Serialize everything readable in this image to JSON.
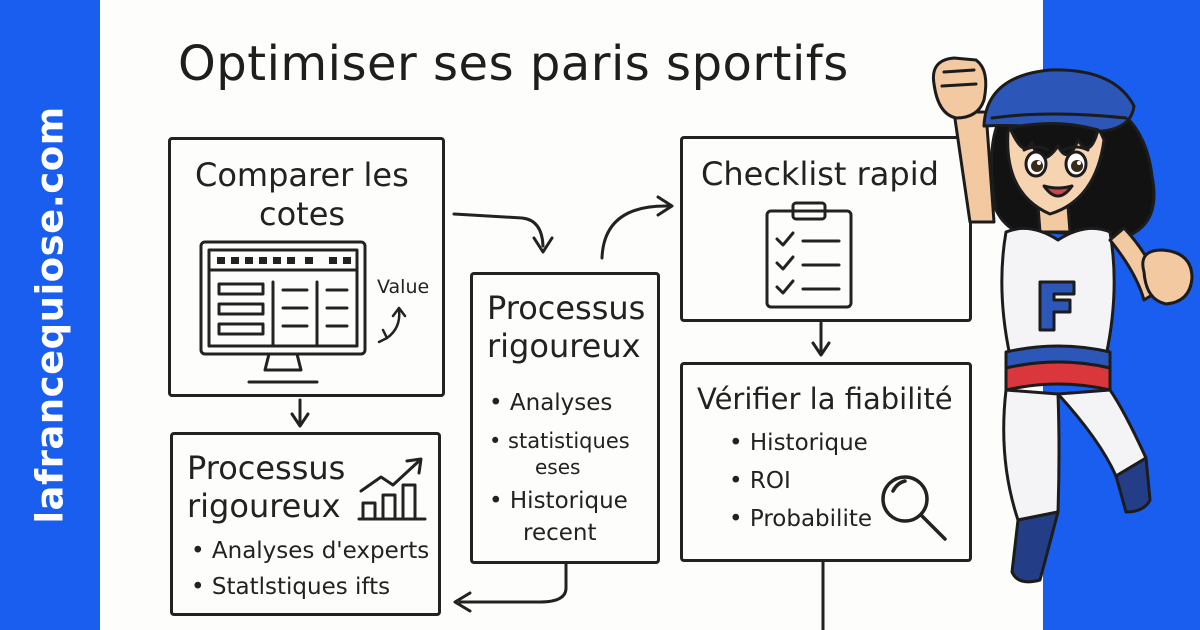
{
  "brand": {
    "site": "lafrancequiose.com",
    "color": "#1a5ef0"
  },
  "title": "Optimiser ses paris sportifs",
  "boxes": {
    "compare": {
      "heading_line1": "Comparer les",
      "heading_line2": "cotes",
      "side_label": "Value"
    },
    "process_left": {
      "heading_line1": "Processus",
      "heading_line2": "rigoureux",
      "bullets": [
        "• Analyses d'experts",
        "• Statlstiques ifts"
      ]
    },
    "process_center": {
      "heading_line1": "Processus",
      "heading_line2": "rigoureux",
      "bullets": [
        "• Analyses",
        "• statistiques",
        "eses",
        "• Historique",
        "recent"
      ]
    },
    "checklist": {
      "heading": "Checklist rapid"
    },
    "verify": {
      "heading": "Vérifier la fiabilité",
      "bullets": [
        "• Historique",
        "• ROI",
        "• Probabilite"
      ]
    }
  },
  "mascot": {
    "shirt_letter": "F"
  },
  "icons": [
    "computer-monitor-icon",
    "bar-chart-growth-icon",
    "clipboard-checklist-icon",
    "magnifier-icon"
  ]
}
